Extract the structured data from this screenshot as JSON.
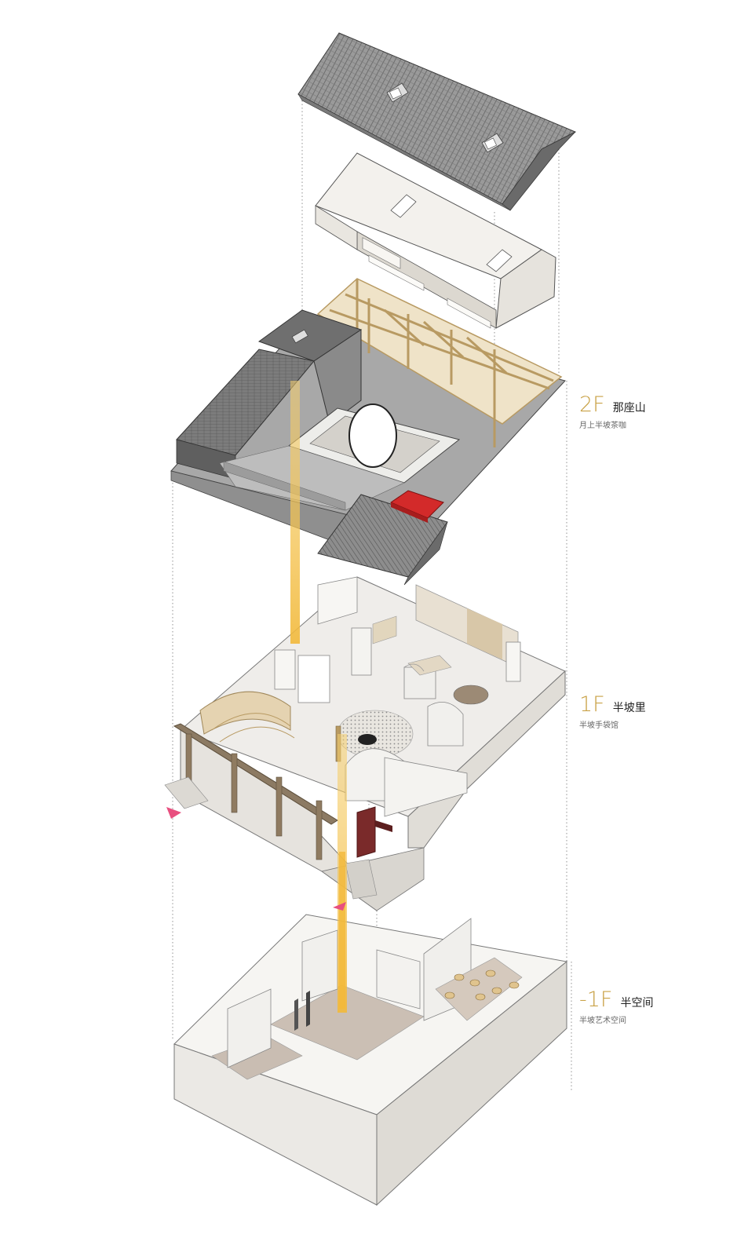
{
  "floors": [
    {
      "code": "2F",
      "name": "那座山",
      "subtitle": "月上半坡茶咖"
    },
    {
      "code": "1F",
      "name": "半坡里",
      "subtitle": "半坡手袋馆"
    },
    {
      "code": "-1F",
      "name": "半空间",
      "subtitle": "半坡艺术空间"
    }
  ],
  "colors": {
    "roof_tile": "#8e8e8e",
    "roof_tile_dark": "#6a6a6a",
    "wall_white": "#f2f0ec",
    "timber": "#e4d2ae",
    "floor_grey": "#a9a9a9",
    "gold_light": "#f4c04a",
    "accent_red": "#d32a2a",
    "door_maroon": "#7a2a2a",
    "marker_pink": "#e84f7f",
    "label_gold": "#c9a247"
  }
}
